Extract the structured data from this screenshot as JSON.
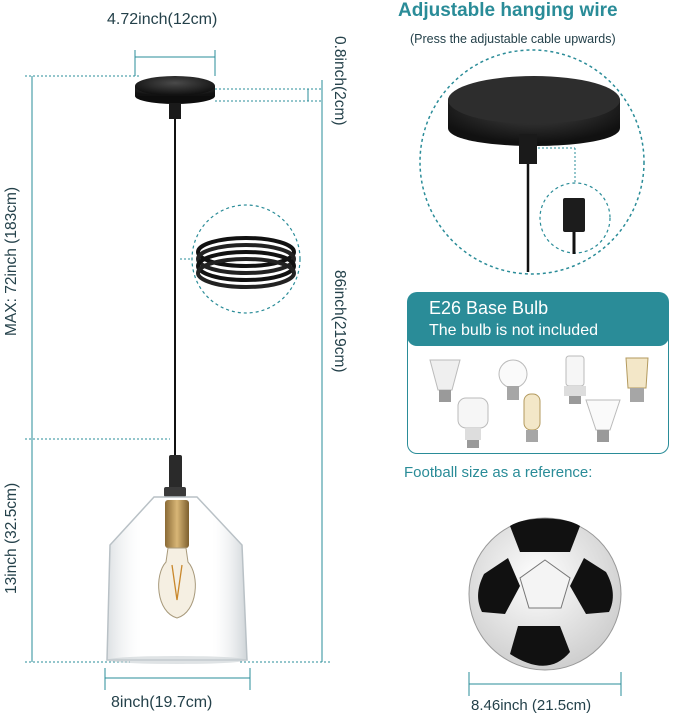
{
  "header": {
    "title": "Adjustable hanging wire",
    "subtitle": "(Press the adjustable cable upwards)"
  },
  "dimensions": {
    "canopy_width": "4.72inch(12cm)",
    "canopy_height": "0.8inch(2cm)",
    "max_cord": "MAX: 72inch (183cm)",
    "overall_height": "86inch(219cm)",
    "shade_height": "13inch (32.5cm)",
    "shade_width": "8inch(19.7cm)",
    "football_width": "8.46inch (21.5cm)"
  },
  "bulb_info": {
    "line1": "E26 Base Bulb",
    "line2": "The bulb is not included"
  },
  "football_note": "Football size as a reference:",
  "icons": [
    "coiled-cable-icon",
    "bulb-icons",
    "football-image",
    "pendant-lamp-image",
    "canopy-closeup-image"
  ],
  "colors": {
    "accent": "#2a8c98",
    "text": "#24414a"
  }
}
